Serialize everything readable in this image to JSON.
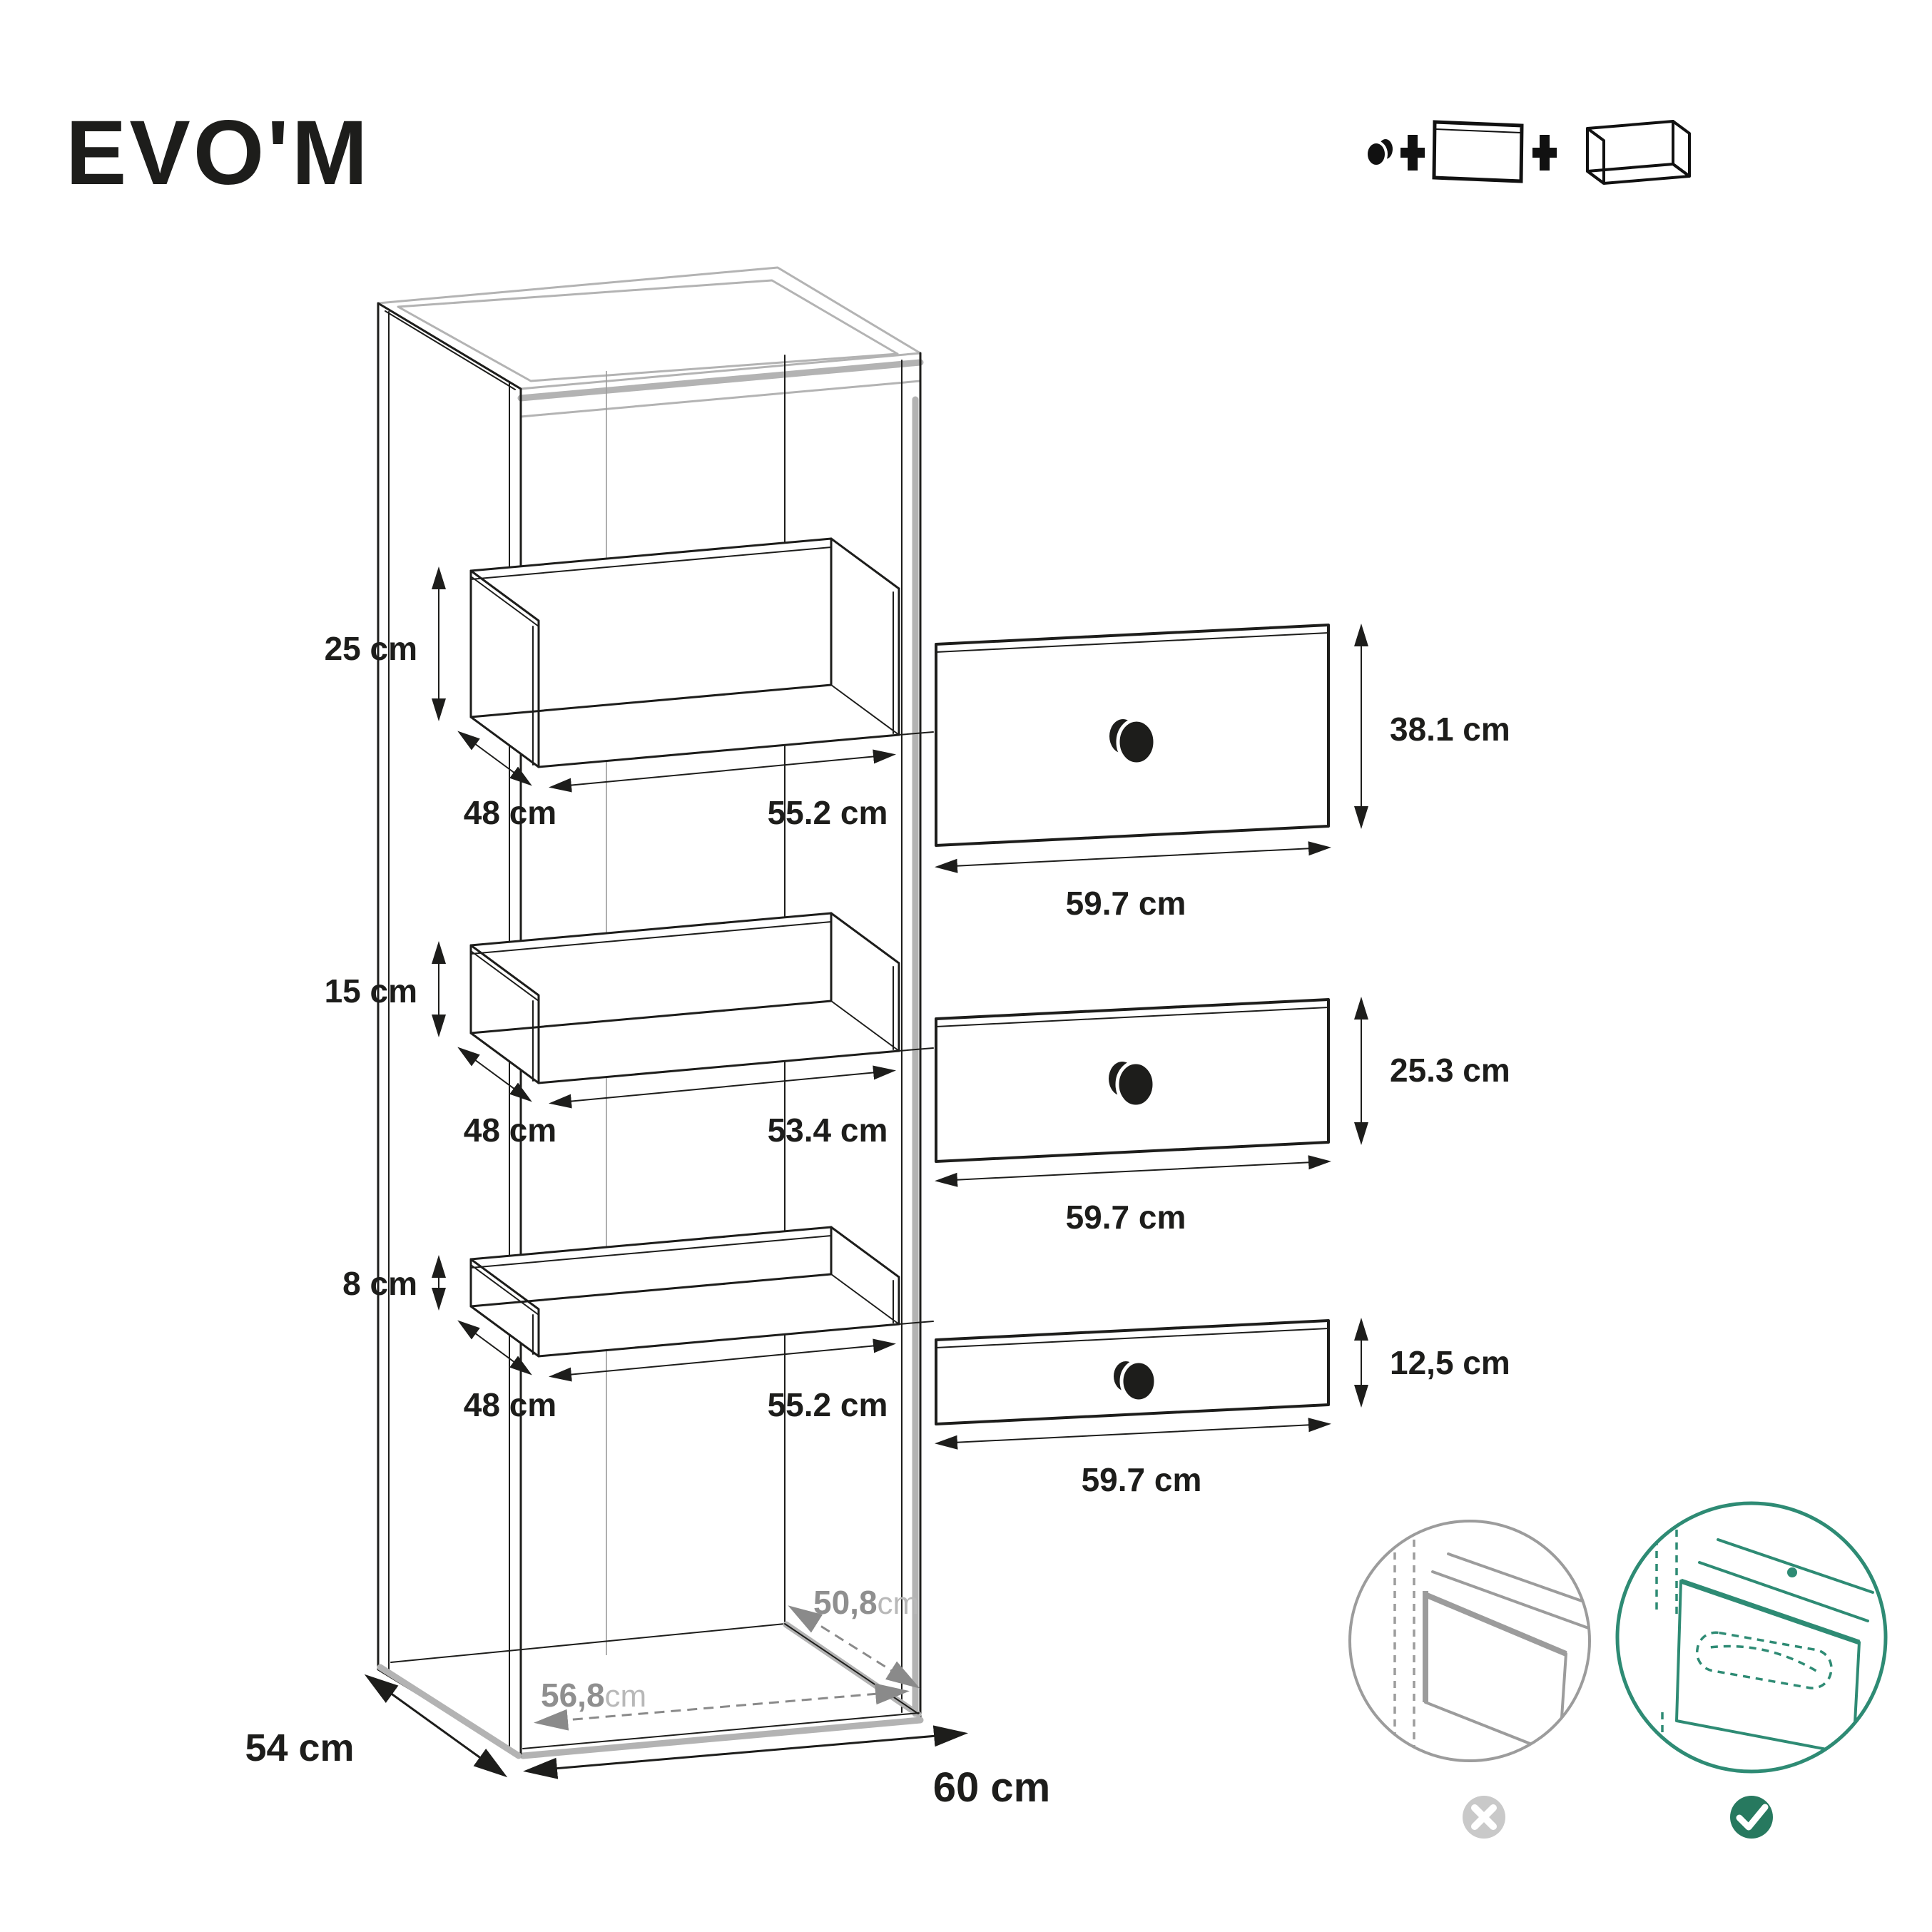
{
  "brand": {
    "logo": "EVO'M"
  },
  "legend": {
    "plus": "+",
    "items": [
      "knob-icon",
      "drawer-front-icon",
      "drawer-box-icon"
    ]
  },
  "drawers": [
    {
      "box_height": "25 cm",
      "box_depth": "48 cm",
      "box_width": "55.2 cm",
      "front_height": "38.1 cm",
      "front_width": "59.7 cm"
    },
    {
      "box_height": "15 cm",
      "box_depth": "48 cm",
      "box_width": "53.4 cm",
      "front_height": "25.3 cm",
      "front_width": "59.7 cm"
    },
    {
      "box_height": "8 cm",
      "box_depth": "48 cm",
      "box_width": "55.2 cm",
      "front_height": "12,5 cm",
      "front_width": "59.7 cm"
    }
  ],
  "interior": {
    "back_depth": {
      "value": "50,8",
      "unit": "cm"
    },
    "front_width": {
      "value": "56,8",
      "unit": "cm"
    }
  },
  "footprint": {
    "depth": "54 cm",
    "width": "60 cm"
  },
  "comparison": {
    "wrong_icon": "x-circle",
    "right_icon": "check-circle"
  },
  "colors": {
    "ink": "#1d1d1b",
    "gray_line": "#b3b3b3",
    "gray_text": "#8f8f8f",
    "green": "#2e8b74",
    "badge_gray": "#c9c9c9",
    "badge_green": "#27795f"
  }
}
